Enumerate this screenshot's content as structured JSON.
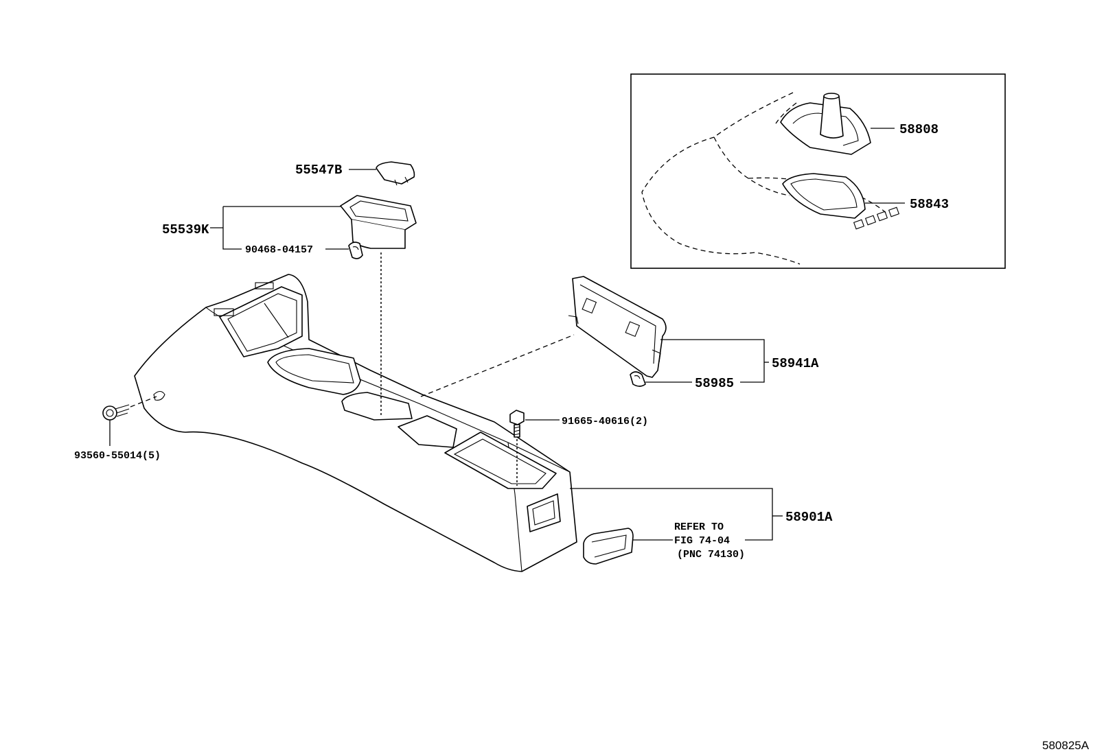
{
  "figure_ref": "580825A",
  "parts": {
    "p55547B": "55547B",
    "p55539K": "55539K",
    "p90468": "90468-04157",
    "p93560": "93560-55014(5)",
    "p91665": "91665-40616(2)",
    "p58941A": "58941A",
    "p58985": "58985",
    "p58901A": "58901A",
    "p58808": "58808",
    "p58843": "58843"
  },
  "refer": {
    "line1": "REFER TO",
    "line2": "FIG 74-04",
    "line3": "(PNC 74130)"
  }
}
